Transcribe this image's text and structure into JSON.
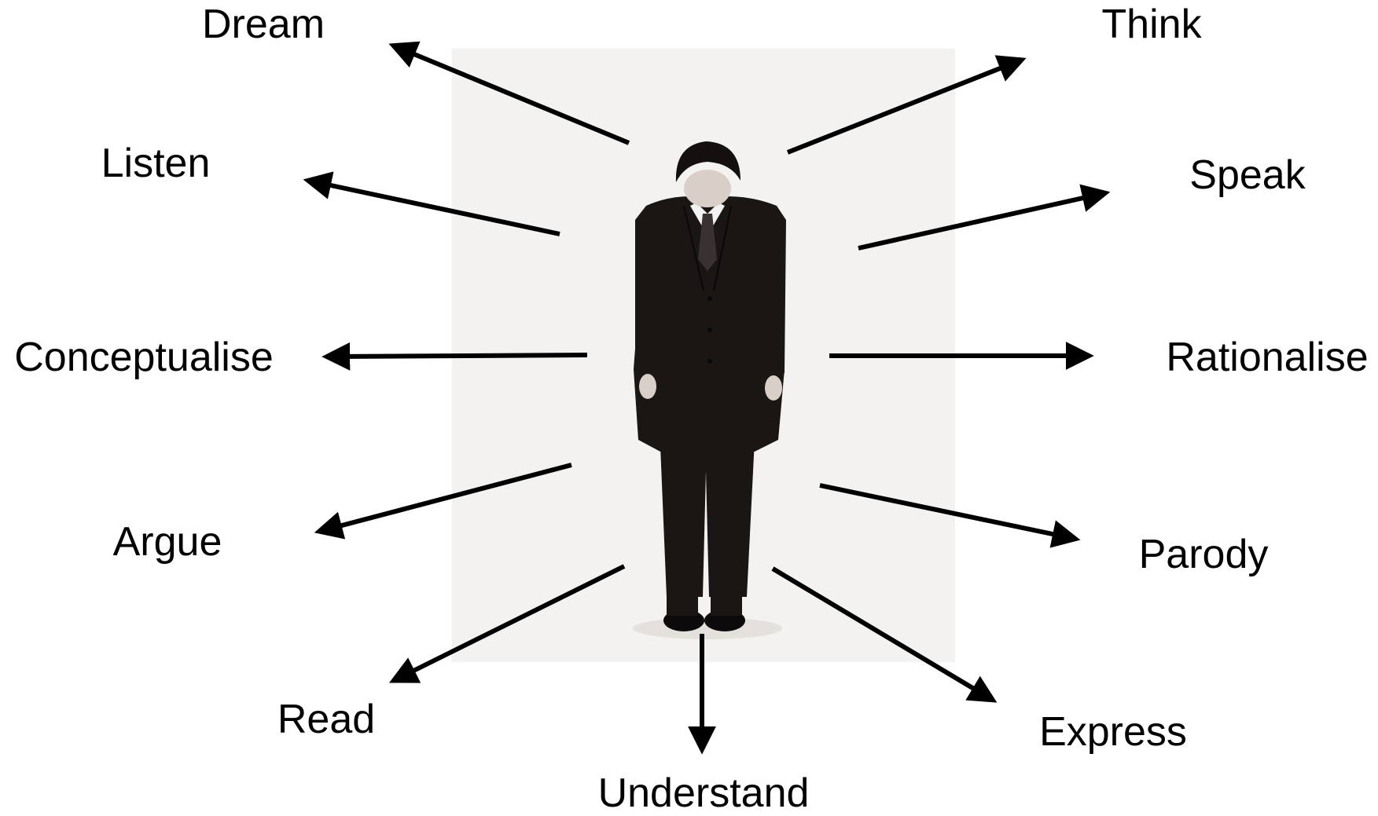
{
  "colors": {
    "arrow": "#000000",
    "label": "#000000",
    "photo_background": "#f4f2f0",
    "suit": "#1a1614",
    "hair": "#141010",
    "skin": "#d9cfc8",
    "shirt": "#f2f2f2"
  },
  "photo": {
    "subject": "man in dark suit bowing with head lowered",
    "icon": "bowing-person-photo"
  },
  "labels": {
    "dream": "Dream",
    "think": "Think",
    "listen": "Listen",
    "speak": "Speak",
    "conceptualise": "Conceptualise",
    "rationalise": "Rationalise",
    "argue": "Argue",
    "parody": "Parody",
    "read": "Read",
    "express": "Express",
    "understand": "Understand"
  }
}
